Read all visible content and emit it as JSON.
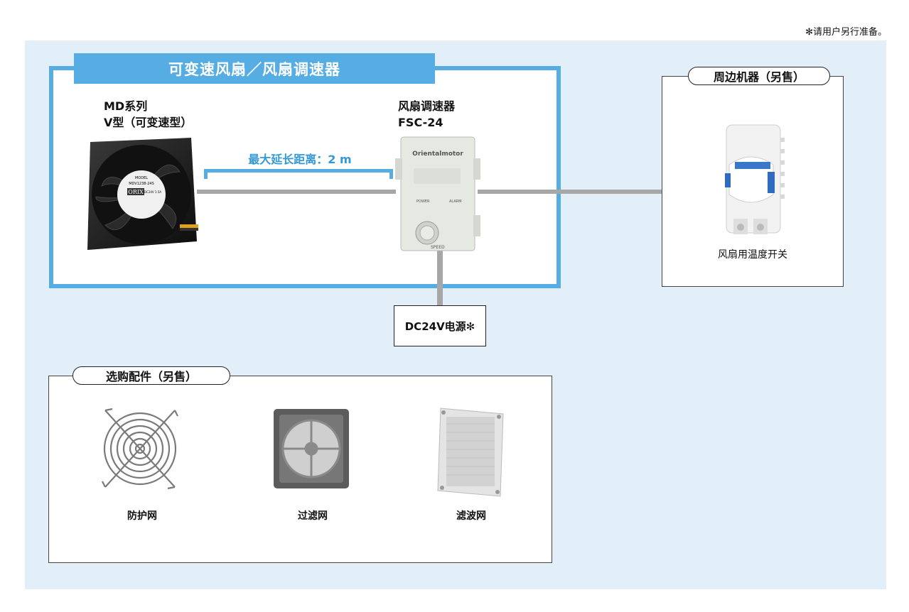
{
  "note": "✻请用户另行准备。",
  "system": {
    "title": "可变速风扇／风扇调速器",
    "fan": {
      "line1": "MD系列",
      "line2": "V型（可变速型）"
    },
    "controller": {
      "line1": "风扇调速器",
      "line2": "FSC-24"
    },
    "distance": "最大延长距离：2 m",
    "fan_model_text": {
      "model": "MODEL",
      "number": "MDV1238-24S",
      "brand": "ORIX",
      "rating": "DC24V 1.5A"
    },
    "controller_brand": "Orientalmotor",
    "controller_labels": {
      "power": "POWER",
      "alarm": "ALARM",
      "speed": "SPEED"
    }
  },
  "power": {
    "label": "DC24V电源✻"
  },
  "peripheral": {
    "title": "周边机器（另售）",
    "sensor_caption": "风扇用温度开关"
  },
  "options": {
    "title": "选购配件（另售）",
    "items": [
      {
        "label": "防护网"
      },
      {
        "label": "过滤网"
      },
      {
        "label": "滤波网"
      }
    ]
  },
  "colors": {
    "accent": "#55ade3",
    "panel_bg": "#e2eff9",
    "cable": "#a7a7a7"
  }
}
